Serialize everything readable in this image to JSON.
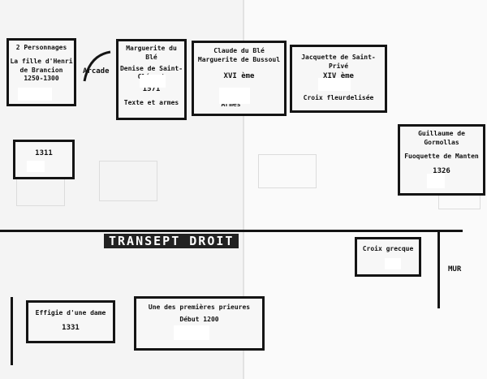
{
  "labels": {
    "transept": "TRANSEPT DROIT",
    "wall": "MUR",
    "arcade": "Arcade"
  },
  "boxes": {
    "b1": {
      "lines": [
        "2 Personnages",
        "La fille d'Henri",
        "de Brancion",
        "1250-1300"
      ]
    },
    "b2": {
      "lines": [
        "Marguerite du Blé",
        "Denise de Saint-",
        "Clément"
      ],
      "number": "1571",
      "footer": "Texte et armes"
    },
    "b3": {
      "lines": [
        "Claude du Blé",
        "Marguerite de Bussoul"
      ],
      "number": "XVI ème",
      "footer": "Armes"
    },
    "b4": {
      "lines": [
        "Jacquette de Saint-Privé"
      ],
      "number": "XIV ème",
      "footer": "Croix fleurdelisée"
    },
    "b5": {
      "number": "1311"
    },
    "b6": {
      "lines": [
        "Guillaume de Gormollas",
        "Fuoquette de Manten"
      ],
      "number": "1326"
    },
    "b7": {
      "lines": [
        "Croix grecque"
      ]
    },
    "b8": {
      "lines": [
        "Effigie d'une dame"
      ],
      "number": "1331"
    },
    "b9": {
      "lines": [
        "Une des premières prieures",
        "Début 1200"
      ]
    }
  }
}
